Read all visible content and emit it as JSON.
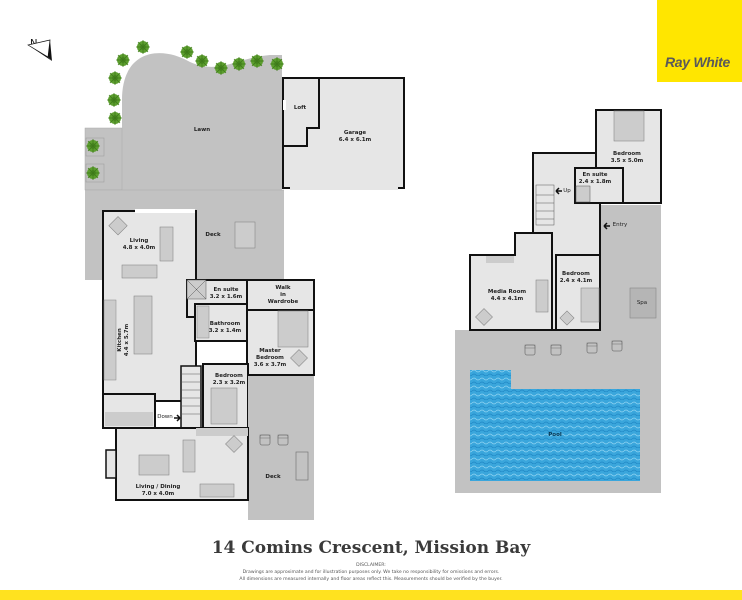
{
  "brand": {
    "name": "Ray White",
    "color": "#ffe600",
    "text_color": "#5a5a5a"
  },
  "compass": {
    "label": "N",
    "icon": "north-arrow-icon"
  },
  "title": "14 Comins Crescent, Mission Bay",
  "disclaimer": {
    "heading": "DISCLAIMER:",
    "line1": "Drawings are approximate and for illustration purposes only. We take no responsibility for omissions and errors.",
    "line2": "All dimensions are measured internally and floor areas reflect this. Measurements should be verified by the buyer."
  },
  "colors": {
    "floor": "#e6e6e6",
    "outdoor": "#c2c2c2",
    "wall": "#111111",
    "pool": "#3fa9de",
    "tree": "#5c9e2e",
    "bottom_bar": "#ffe21f"
  },
  "ground_floor": {
    "lawn": {
      "label": "Lawn"
    },
    "loft": {
      "label": "Loft"
    },
    "garage": {
      "label": "Garage",
      "dims": "6.4 x 6.1m"
    },
    "deck_top": {
      "label": "Deck"
    },
    "living": {
      "label": "Living",
      "dims": "4.8 x 4.0m"
    },
    "kitchen": {
      "label": "Kitchen",
      "dims": "4.4 x 5.7m"
    },
    "ensuite": {
      "label": "En suite",
      "dims": "3.2 x 1.6m"
    },
    "bathroom": {
      "label": "Bathroom",
      "dims": "3.2 x 1.4m"
    },
    "wardrobe": {
      "line1": "Walk",
      "line2": "in",
      "line3": "Wardrobe"
    },
    "master": {
      "line1": "Master",
      "line2": "Bedroom",
      "dims": "3.6 x 3.7m"
    },
    "bedroom": {
      "label": "Bedroom",
      "dims": "2.3 x 3.2m"
    },
    "stairs": {
      "label": "Down"
    },
    "living_dining": {
      "label": "Living / Dining",
      "dims": "7.0 x 4.0m"
    },
    "deck_bottom": {
      "label": "Deck"
    }
  },
  "lower_floor": {
    "bedroom_top": {
      "label": "Bedroom",
      "dims": "3.5 x 5.0m"
    },
    "ensuite": {
      "label": "En suite",
      "dims": "2.4 x 1.8m"
    },
    "stairs": {
      "label": "Up"
    },
    "entry": {
      "label": "Entry"
    },
    "media": {
      "label": "Media Room",
      "dims": "4.4 x 4.1m"
    },
    "bedroom": {
      "label": "Bedroom",
      "dims": "2.4 x 4.1m"
    },
    "spa": {
      "label": "Spa"
    },
    "pool": {
      "label": "Pool"
    }
  }
}
